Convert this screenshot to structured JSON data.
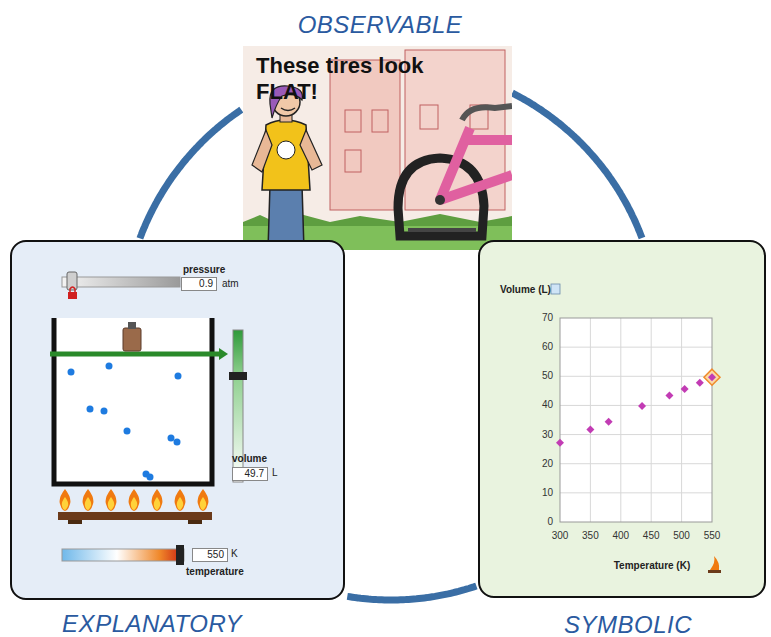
{
  "diagram": {
    "nodes": [
      {
        "text": [
          "OBSERVABLE",
          "These tires look FLAT!"
        ]
      },
      {
        "text": [
          "EXPLANATORY"
        ]
      },
      {
        "text": [
          "SYMBOLIC"
        ]
      }
    ],
    "edges": [
      {
        "from": 0,
        "to": 1,
        "arrow": "none"
      },
      {
        "from": 1,
        "to": 2,
        "arrow": "none"
      },
      {
        "from": 2,
        "to": 0,
        "arrow": "none"
      }
    ],
    "labels": [
      "pressure",
      "0.9",
      "atm",
      "volume",
      "49.7",
      "L",
      "550",
      "K",
      "temperature",
      "Volume (L)",
      "70",
      "60",
      "50",
      "40",
      "30",
      "20",
      "10",
      "0",
      "300",
      "350",
      "400",
      "450",
      "500",
      "550",
      "Temperature (K)"
    ]
  }
}
